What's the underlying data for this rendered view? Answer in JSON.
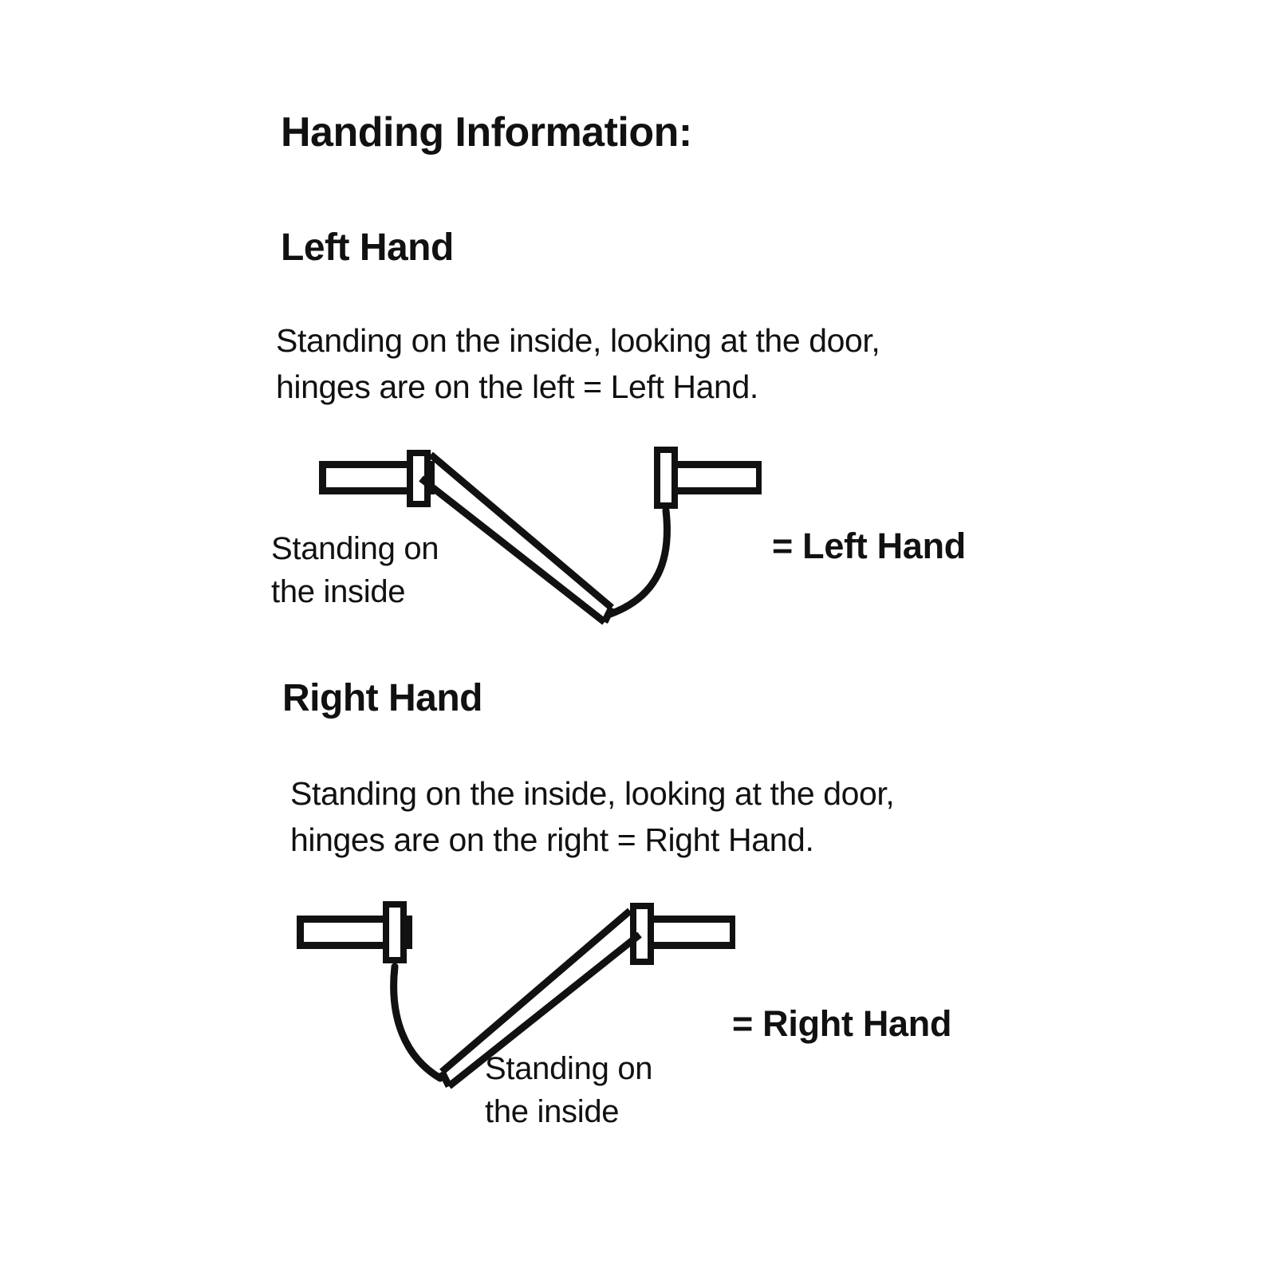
{
  "page": {
    "background_color": "#ffffff",
    "ink_color": "#111111",
    "title": "Handing Information:"
  },
  "sections": [
    {
      "heading": "Left Hand",
      "body_line_1": "Standing on the inside, looking at the door,",
      "body_line_2": "hinges are on the left = Left Hand.",
      "caption_line_1": "Standing on",
      "caption_line_2": "the inside",
      "result": "= Left Hand",
      "diagram": {
        "name": "left-hand-door-plan",
        "hinge_side": "left",
        "swing_direction": "down-right"
      }
    },
    {
      "heading": "Right Hand",
      "body_line_1": "Standing on the inside, looking at the door,",
      "body_line_2": "hinges are on the right = Right Hand.",
      "caption_line_1": "Standing on",
      "caption_line_2": "the inside",
      "result": "= Right Hand",
      "diagram": {
        "name": "right-hand-door-plan",
        "hinge_side": "right",
        "swing_direction": "down-left"
      }
    }
  ]
}
